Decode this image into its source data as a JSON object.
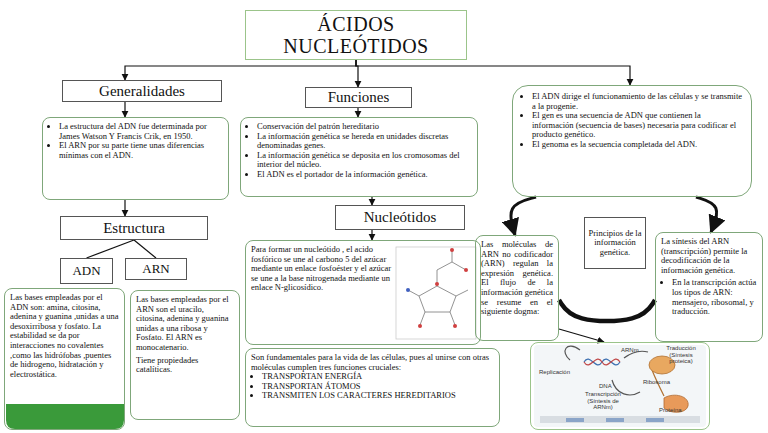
{
  "diagram": {
    "nodes": [
      {
        "text": [
          "ÁCIDOS NUCLEÓTIDOS"
        ]
      },
      {
        "text": [
          "Generalidades"
        ]
      },
      {
        "text": [
          "La estructura del ADN fue determinada por James Watson Y Francis Crik, en 1950.",
          "El ARN por su parte tiene unas diferencias mínimas con el ADN."
        ]
      },
      {
        "text": [
          "Funciones"
        ]
      },
      {
        "text": [
          "Conservación del patrón hereditario",
          "La información genética se hereda en unidades discretas denominadas genes.",
          "La información genética se deposita en los cromosomas del interior del núcleo.",
          "El ADN es el portador de la información genética."
        ]
      },
      {
        "text": [
          "El ADN dirige el funcionamiento de las células y se transmite a la progenie.",
          "El gen es una secuencia de ADN que contienen la información (secuencia de bases) necesaria para codificar el producto genético.",
          "El genoma es la secuencia completada del ADN."
        ]
      },
      {
        "text": [
          "Estructura"
        ]
      },
      {
        "text": [
          "ADN"
        ]
      },
      {
        "text": [
          "ARN"
        ]
      },
      {
        "text": [
          "Las bases empleadas por el ADN son: amina, citosina, adenina y guanina ,unidas a una desoxirribosa y fosfato. La estabilidad se da por interacciones no covalentes ,como las hidrófobas ,puentes de hidrogeno, hidratación y electrostática."
        ]
      },
      {
        "text": [
          "Las bases empleadas por el ARN son el uracilo, citosina, adenina y guanina unidas a una ribosa y Fosfato. El ARN es monocatenario.",
          "Tiene propiedades catalíticas."
        ]
      },
      {
        "text": [
          "Nucleótidos"
        ]
      },
      {
        "text": [
          "Para formar un nucleótido , el acido fosfórico se une al carbono 5 del azúcar mediante un enlace fosfoéster y el azúcar se une a la base nitrogenada mediante un enlace N-glicosídico."
        ]
      },
      {
        "text": [
          "Son fundamentales para la vida de las células, pues al unirse con otras moléculas cumplen tres funciones cruciales:",
          "TRANSPORTAN ENERGÍA",
          "TRANSPORTAN ÁTOMOS",
          "TRANSMITEN LOS CARACTERES HEREDITARIOS"
        ]
      },
      {
        "text": [
          "Las moléculas de ARN no codificador (ARN) regulan la expresión genética. El flujo de la información genética se resume en el siguiente dogma:"
        ]
      },
      {
        "text": [
          "Principios de la información genética."
        ]
      },
      {
        "text": [
          "La síntesis del ARN (transcripción) permite la decodificación de la información genética.",
          "En la transcripción actúa los tipos de ARN: mensajero, ribosomal, y traducción."
        ]
      },
      {
        "text": [
          "Replicación",
          "ARNm",
          "Traducción (Síntesis proteica)",
          "DNA",
          "Transcripción (Síntesis de ARNm)",
          "Ribosoma",
          "Proteína"
        ]
      }
    ],
    "edges": [
      {
        "from": 0,
        "to": 1,
        "arrow": "to"
      },
      {
        "from": 0,
        "to": 3,
        "arrow": "to"
      },
      {
        "from": 0,
        "to": 5,
        "arrow": "to"
      },
      {
        "from": 1,
        "to": 2,
        "arrow": "to"
      },
      {
        "from": 2,
        "to": 6,
        "arrow": "to"
      },
      {
        "from": 6,
        "to": 7,
        "arrow": "none"
      },
      {
        "from": 6,
        "to": 8,
        "arrow": "none"
      },
      {
        "from": 3,
        "to": 4,
        "arrow": "to"
      },
      {
        "from": 4,
        "to": 11,
        "arrow": "to"
      },
      {
        "from": 11,
        "to": 12,
        "arrow": "to"
      },
      {
        "from": 5,
        "to": 14,
        "arrow": "to"
      },
      {
        "from": 5,
        "to": 16,
        "arrow": "to"
      },
      {
        "from": 14,
        "to": 16,
        "arrow": "none"
      },
      {
        "from": 14,
        "to": 17,
        "arrow": "to"
      }
    ]
  }
}
